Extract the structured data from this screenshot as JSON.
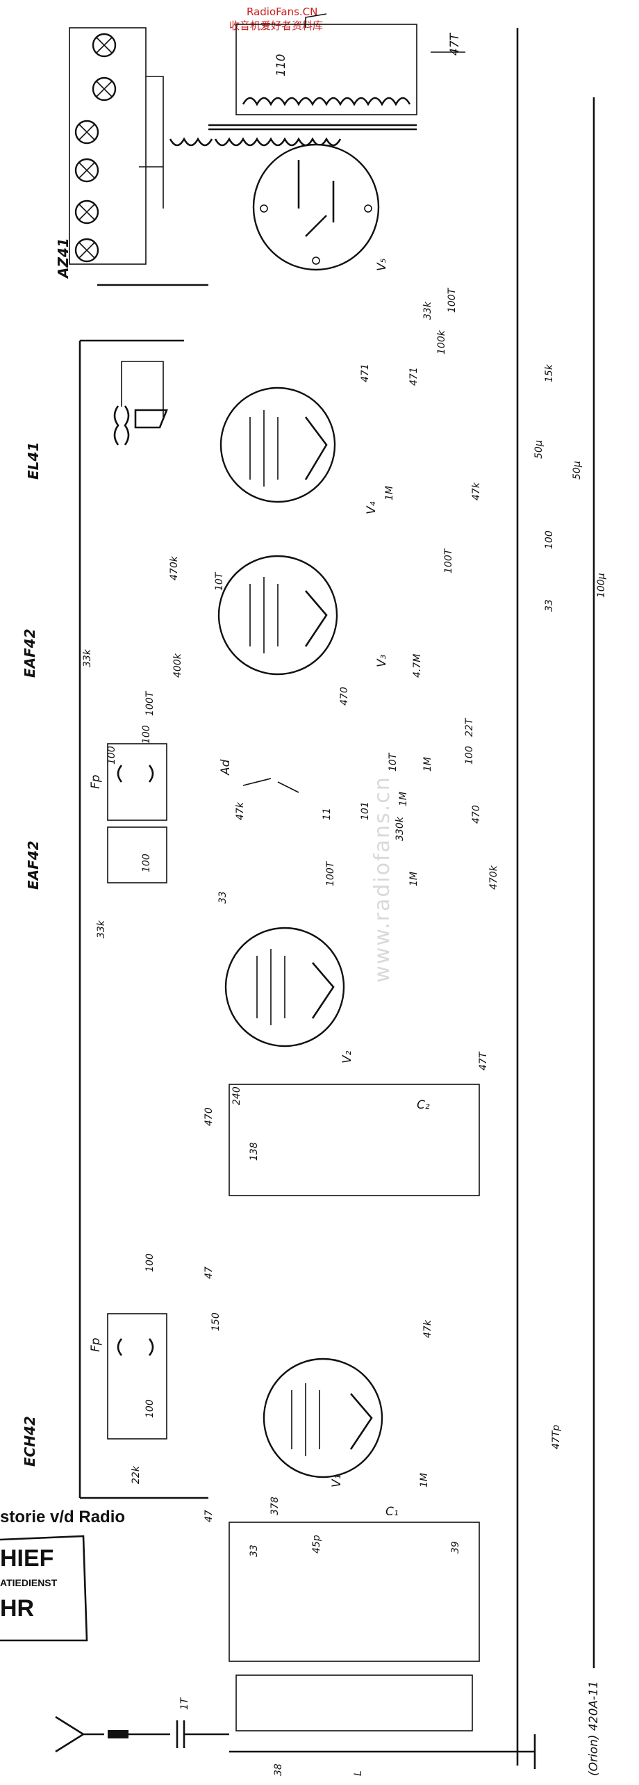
{
  "watermark": {
    "site": "RadioFans.CN",
    "subtitle": "收音机爱好者资料库",
    "faint": "www.radiofans.cn"
  },
  "tubes": {
    "v1": {
      "type": "ECH42",
      "ref": "V₁"
    },
    "v2": {
      "type": "EAF42",
      "ref": "V₂"
    },
    "v3": {
      "type": "EAF42",
      "ref": "V₃"
    },
    "v4": {
      "type": "EL41",
      "ref": "V₄"
    },
    "v5": {
      "type": "AZ41",
      "ref": "V₅"
    }
  },
  "transformer_labels": {
    "fp_upper": "Fp",
    "fp_lower": "Fp",
    "mains": "110",
    "ad": "Ad"
  },
  "component_labels": {
    "c_47t_top": "47T",
    "c_100t_hum": "100T",
    "r_33k_a": "33k",
    "r_100k_a": "100k",
    "r_15k": "15k",
    "r_47k_a": "47k",
    "r_1m_a": "1M",
    "c_471_a": "471",
    "c_471_b": "471",
    "c_50u_a": "50μ",
    "c_50u_b": "50μ",
    "r_100_a": "100",
    "r_33_a": "33",
    "c_100u": "100μ",
    "r_470k_a": "470k",
    "c_10t": "10T",
    "c_100t_b": "100T",
    "r_33k_b": "33k",
    "r_400k": "400k",
    "c_100t_c": "100T",
    "c_100_a": "100",
    "c_100_b": "100",
    "c_470_a": "470",
    "r_47m": "4.7M",
    "c_22t": "22T",
    "c_10t_b": "10T",
    "r_1m_b": "1M",
    "r_100_b": "100",
    "r_47k_b": "47k",
    "c_11": "11",
    "c_101": "101",
    "r_1m_c": "1M",
    "r_470_b": "470",
    "r_330k": "330k",
    "c_100_c": "100",
    "r_33k_c": "33k",
    "c_33": "33",
    "c_100t_d": "100T",
    "r_1m_d": "1M",
    "r_470k_b": "470k",
    "c_47t_b": "47T",
    "c_240": "240",
    "c_c2": "C₂",
    "c_470_c": "470",
    "c_138": "138",
    "c_47": "47",
    "r_150": "150",
    "r_47k_c": "47k",
    "c_100_d": "100",
    "c_100_e": "100",
    "c_47tp": "47Tp",
    "r_22k": "22k",
    "r_1m_e": "1M",
    "c_c1": "C₁",
    "c_47_b": "47",
    "c_378": "378",
    "c_33_b": "33",
    "c_45p": "45p",
    "c_39": "39",
    "c_1t": "1T",
    "c_38": "38",
    "l_l": "L"
  },
  "stamp": {
    "line1": "storie v/d Radio",
    "line2": "HIEF",
    "line3": "ATIEDIENST",
    "line4": "HR"
  },
  "footer_label": "(Orion) 420A-11"
}
